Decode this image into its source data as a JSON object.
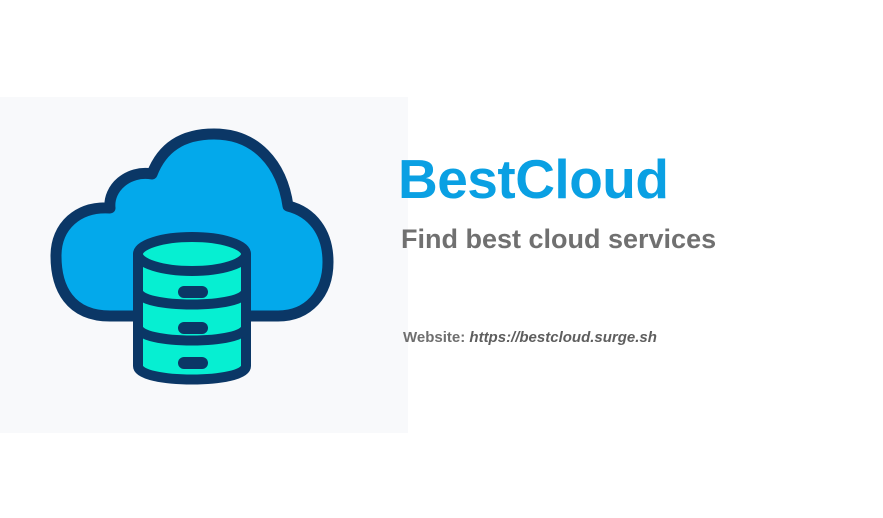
{
  "brand": {
    "name": "BestCloud",
    "tagline": "Find best cloud services"
  },
  "website": {
    "label": "Website:",
    "url": "https://bestcloud.surge.sh"
  },
  "logo": {
    "icon": "cloud-database-icon"
  },
  "colors": {
    "brand_blue": "#0aa0e3",
    "cloud_fill": "#03a9eb",
    "outline_navy": "#0b3766",
    "database_fill": "#06efd2",
    "text_gray": "#707070",
    "panel_bg": "#f8f9fb"
  }
}
